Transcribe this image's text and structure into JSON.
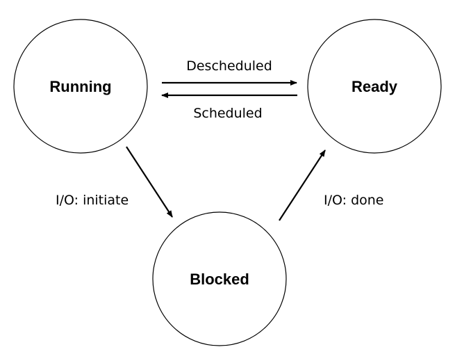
{
  "states": {
    "running": "Running",
    "ready": "Ready",
    "blocked": "Blocked"
  },
  "transitions": {
    "descheduled": "Descheduled",
    "scheduled": "Scheduled",
    "io_initiate": "I/O: initiate",
    "io_done": "I/O: done"
  }
}
